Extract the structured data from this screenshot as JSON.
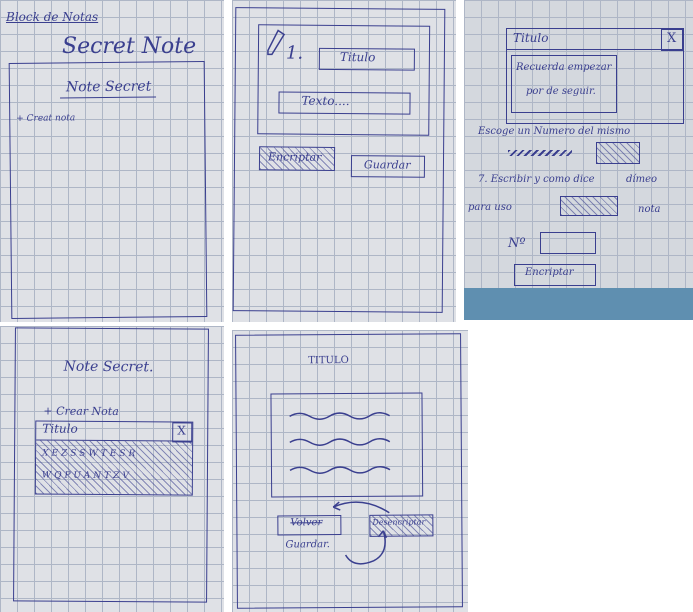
{
  "panel1": {
    "notebook_label": "Block de Notas",
    "title": "Secret Note",
    "screen_title": "Note Secret",
    "create_label": "+ Creat nota"
  },
  "panel2": {
    "step": "1.",
    "title_field": "Titulo",
    "text_field": "Texto....",
    "encrypt_button": "Encriptar",
    "save_button": "Guardar"
  },
  "panel3": {
    "dialog_title": "Titulo",
    "close": "X",
    "message_lines": [
      "Recuerda empezar",
      "por de seguir."
    ],
    "line1": "Escoge un Numero del mismo",
    "line2": "7. Escribir y como dice",
    "line2_tail": "dímeo",
    "line3a": "para uso",
    "line3b": "nota",
    "number_label": "Nº",
    "encrypt_button": "Encriptar"
  },
  "panel4": {
    "screen_title": "Note Secret.",
    "create_label": "+ Crear Nota",
    "dialog_title": "Titulo",
    "close": "X",
    "row1": "XEZSSWTESR",
    "row2": "WQPUANTZV"
  },
  "panel5": {
    "title": "TITULO",
    "back_button": "Volver",
    "decrypt_button": "Desencriptar",
    "save_label": "Guardar."
  }
}
